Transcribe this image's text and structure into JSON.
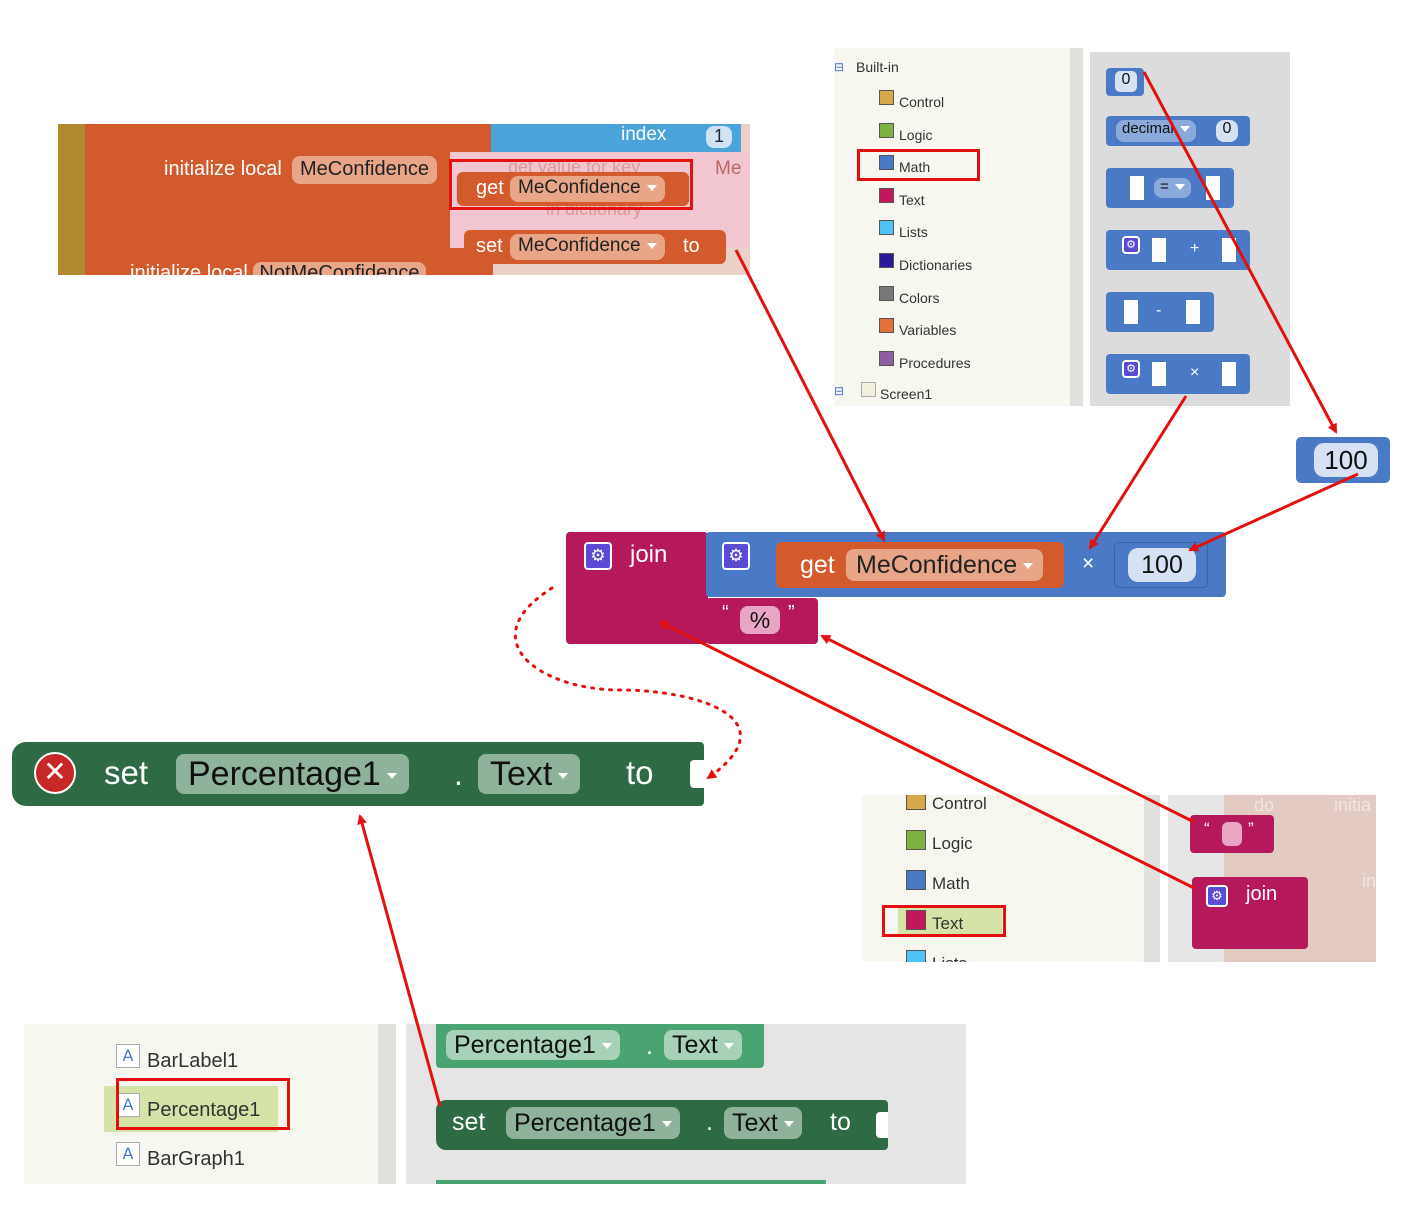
{
  "code_panel": {
    "init1": {
      "prefix": "initialize local",
      "name": "MeConfidence"
    },
    "get_label": "get",
    "get_var": "MeConfidence",
    "set_label": "set",
    "set_var": "MeConfidence",
    "to_label": "to",
    "index_label": "index",
    "index_value": "1",
    "get_value_for_key": "get value for key",
    "in_dictionary": "in dictionary",
    "me_label": "Me",
    "init2": {
      "prefix": "initialize local",
      "name": "NotMeConfidence"
    }
  },
  "palette_builtin": {
    "header": "Built-in",
    "categories": [
      {
        "label": "Control",
        "color": "#d6a84a"
      },
      {
        "label": "Logic",
        "color": "#7cb342"
      },
      {
        "label": "Math",
        "color": "#4a79c6"
      },
      {
        "label": "Text",
        "color": "#c2185b"
      },
      {
        "label": "Lists",
        "color": "#4fc3f7"
      },
      {
        "label": "Dictionaries",
        "color": "#2c1a9c"
      },
      {
        "label": "Colors",
        "color": "#777777"
      },
      {
        "label": "Variables",
        "color": "#e2703a"
      },
      {
        "label": "Procedures",
        "color": "#8e5ea2"
      }
    ],
    "screen": "Screen1"
  },
  "math_drawer": {
    "number": "0",
    "decimal_label": "decimal",
    "decimal_value": "0",
    "compare_op": "=",
    "plus_op": "+",
    "minus_op": "-",
    "times_op": "×"
  },
  "number_block": {
    "value": "100"
  },
  "result": {
    "join_label": "join",
    "get_label": "get",
    "get_var": "MeConfidence",
    "times_op": "×",
    "number": "100",
    "quote_open": "“",
    "quote_close": "”",
    "percent": "%"
  },
  "setter_big": {
    "set_label": "set",
    "component": "Percentage1",
    "dot": ".",
    "property": "Text",
    "to_label": "to"
  },
  "palette_text": {
    "categories": [
      {
        "label": "Control",
        "color": "#d6a84a"
      },
      {
        "label": "Logic",
        "color": "#7cb342"
      },
      {
        "label": "Math",
        "color": "#4a79c6"
      },
      {
        "label": "Text",
        "color": "#c2185b"
      },
      {
        "label": "Lists",
        "color": "#4fc3f7"
      }
    ],
    "empty_quote_open": "“",
    "empty_quote_close": "”",
    "join_label": "join",
    "bg_do": "do",
    "bg_init": "initia",
    "bg_in": "in"
  },
  "components_panel": {
    "items": [
      "BarLabel1",
      "Percentage1",
      "BarGraph1"
    ],
    "getter": {
      "component": "Percentage1",
      "dot": ".",
      "property": "Text"
    },
    "setter": {
      "set_label": "set",
      "component": "Percentage1",
      "dot": ".",
      "property": "Text",
      "to_label": "to"
    }
  },
  "colors": {
    "math_blue": "#4a79c6",
    "text_magenta": "#b5195b",
    "variable_orange": "#d35a2e",
    "component_green": "#2e6b45",
    "annotation_red": "#e31010",
    "palette_bg": "#f7f7f0",
    "workspace_bg": "#e5e5e5"
  }
}
